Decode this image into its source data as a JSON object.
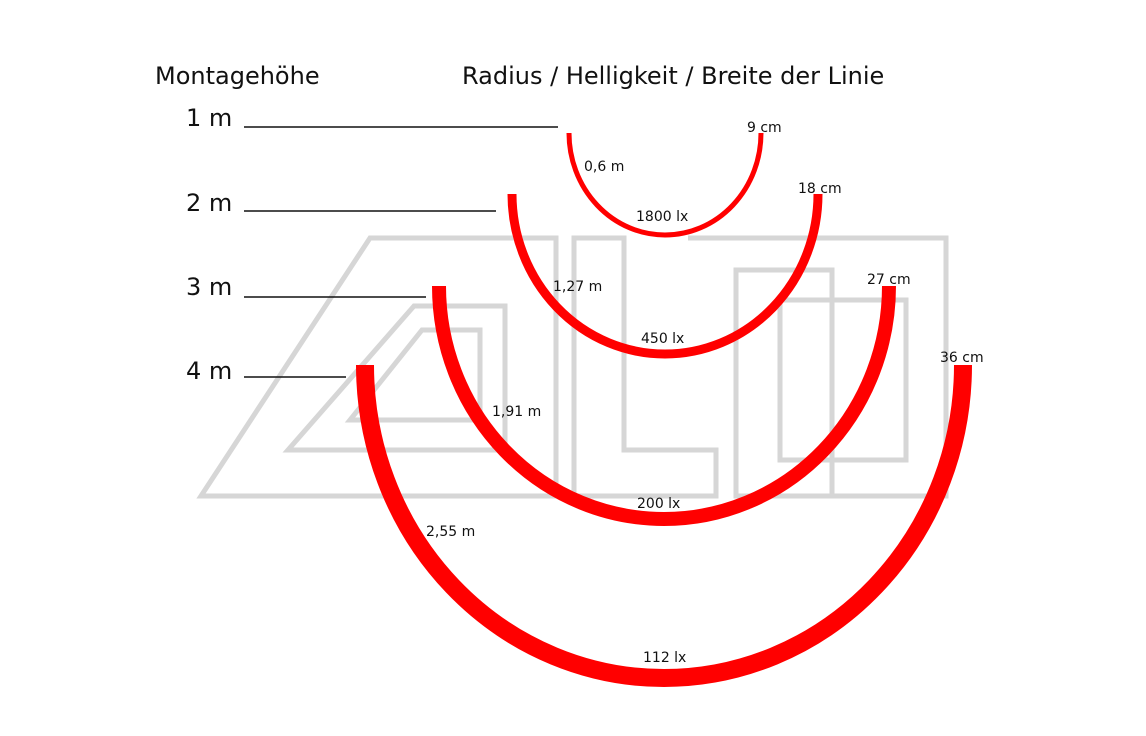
{
  "headers": {
    "mounting_height": "Montagehöhe",
    "radius_brightness_width": "Radius / Helligkeit / Breite der Linie"
  },
  "watermark": {
    "text": "ALI",
    "color": "#d6d6d6"
  },
  "colors": {
    "arc": "#ff0000",
    "leader_line": "#111111",
    "text": "#111111"
  },
  "rows": [
    {
      "height": "1 m",
      "radius": "0,6 m",
      "lux": "1800 lx",
      "width": "9 cm"
    },
    {
      "height": "2 m",
      "radius": "1,27 m",
      "lux": "450 lx",
      "width": "18 cm"
    },
    {
      "height": "3 m",
      "radius": "1,91 m",
      "lux": "200 lx",
      "width": "27 cm"
    },
    {
      "height": "4 m",
      "radius": "2,55 m",
      "lux": "112 lx",
      "width": "36 cm"
    }
  ]
}
